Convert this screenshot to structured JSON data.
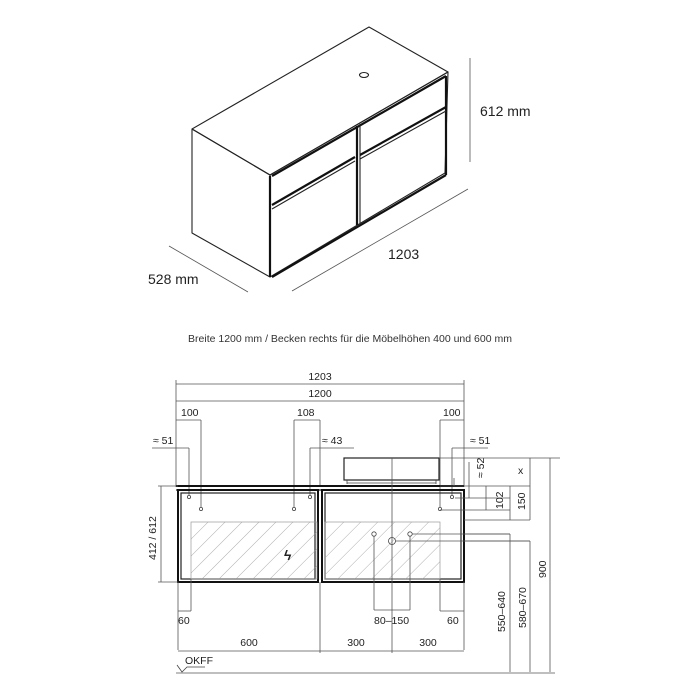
{
  "iso_view": {
    "height_label": "612 mm",
    "width_label": "1203",
    "depth_label": "528 mm"
  },
  "caption": "Breite 1200 mm / Becken rechts für die Möbelhöhen 400 und 600 mm",
  "front_view": {
    "overall_width_outer": "1203",
    "overall_width_inner": "1200",
    "top_left_offset": "100",
    "top_center_offset": "108",
    "top_right_offset": "100",
    "left_hook_offset": "≈ 51",
    "center_hook_offset": "≈ 43",
    "right_hook_offset": "≈ 51",
    "basin_height": "≈ 52",
    "x_label": "x",
    "dim_102": "102",
    "dim_150": "150",
    "cabinet_height": "412 / 612",
    "overall_height": "900",
    "range_580_670": "580–670",
    "range_550_640": "550–640",
    "left_bottom_offset": "60",
    "right_bottom_offset": "60",
    "drain_range": "80–150",
    "bottom_left_width": "600",
    "bottom_mid_width": "300",
    "bottom_right_width": "300",
    "floor_label": "OKFF",
    "power_symbol": "ϟ"
  }
}
